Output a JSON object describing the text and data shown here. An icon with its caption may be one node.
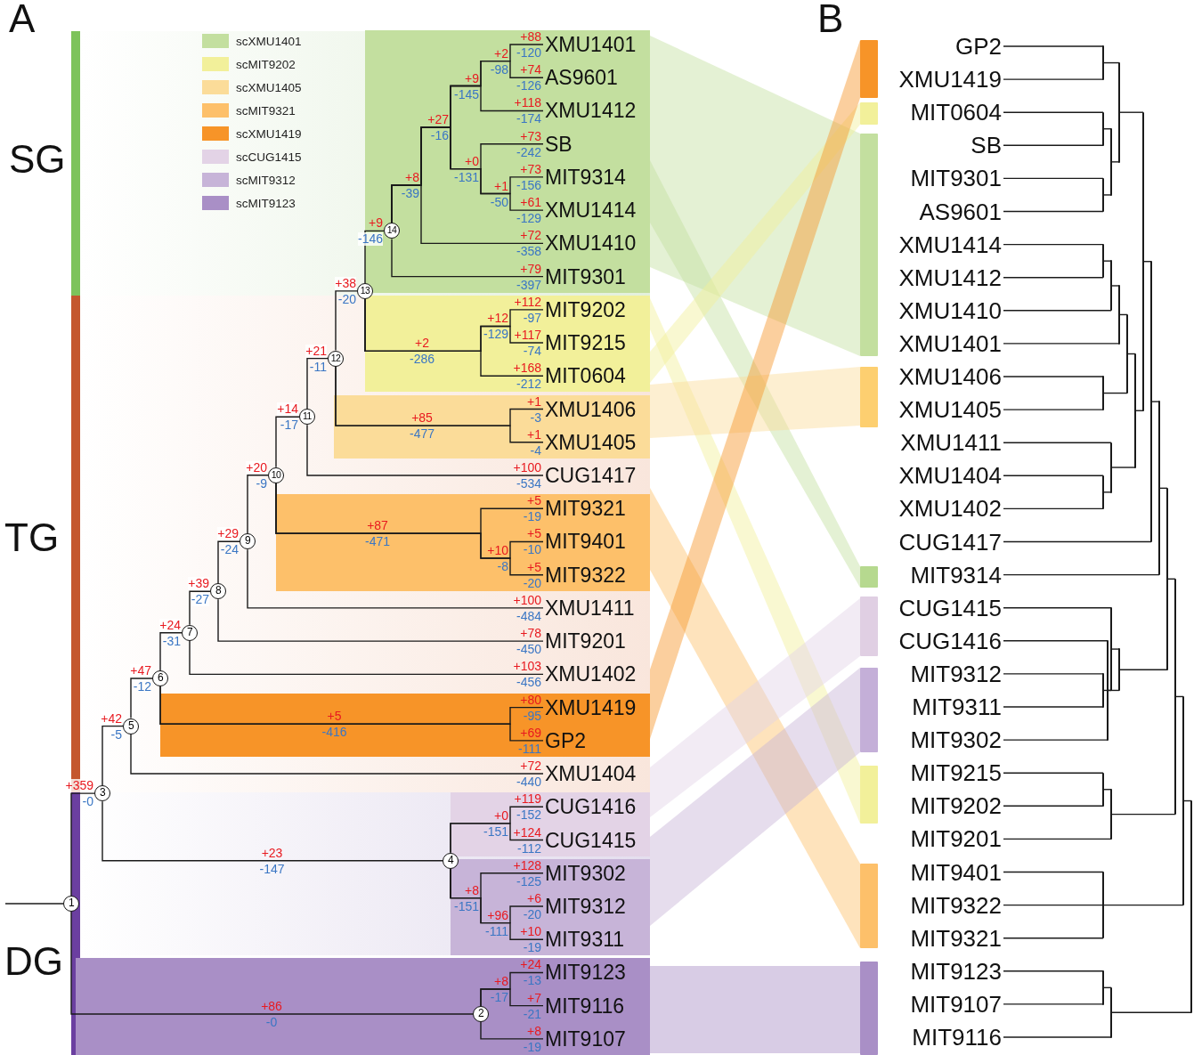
{
  "diagram": {
    "nodes": [
      {
        "text": [],
        "shape": "box"
      },
      {
        "text": [],
        "shape": "box"
      },
      {
        "text": [],
        "shape": "box"
      },
      {
        "text": [],
        "shape": "box"
      },
      {
        "text": [],
        "shape": "box"
      },
      {
        "text": [],
        "shape": "box"
      },
      {
        "text": [],
        "shape": "box"
      },
      {
        "text": [],
        "shape": "box"
      },
      {
        "text": [
          "1"
        ]
      },
      {
        "text": [
          "2"
        ],
        "in": 7,
        "beside": [
          "+86",
          "-0"
        ]
      },
      {
        "text": [
          "3"
        ],
        "beside": [
          "+359",
          "-0"
        ]
      },
      {
        "text": [
          "4"
        ],
        "beside": [
          "+23",
          "-147"
        ]
      },
      {
        "text": [
          "5"
        ],
        "beside": [
          "+42",
          "-5"
        ]
      },
      {
        "text": [
          "6"
        ],
        "beside": [
          "+47",
          "-12"
        ]
      },
      {
        "text": [
          "7"
        ],
        "beside": [
          "+24",
          "-31"
        ]
      },
      {
        "text": [
          "8"
        ],
        "beside": [
          "+39",
          "-27"
        ]
      },
      {
        "text": [
          "9"
        ],
        "beside": [
          "+29",
          "-24"
        ]
      },
      {
        "text": [
          "10"
        ],
        "beside": [
          "+20",
          "-9"
        ]
      },
      {
        "text": [
          "11"
        ],
        "beside": [
          "+14",
          "-17"
        ]
      },
      {
        "text": [
          "12"
        ],
        "beside": [
          "+21",
          "-11"
        ]
      },
      {
        "text": [
          "13"
        ],
        "beside": [
          "+38",
          "-20"
        ]
      },
      {
        "text": [
          "14"
        ],
        "in": 0,
        "beside": [
          "+9",
          "-146"
        ]
      },
      {
        "text": [
          "XMU1401"
        ],
        "in": 0,
        "beside": [
          "+88",
          "-120"
        ]
      },
      {
        "text": [
          "AS9601"
        ],
        "in": 0,
        "beside": [
          "+74",
          "-126"
        ]
      },
      {
        "text": [
          "XMU1412"
        ],
        "in": 0,
        "beside": [
          "+118",
          "-174"
        ]
      },
      {
        "text": [
          "SB"
        ],
        "in": 0,
        "beside": [
          "+73",
          "-242"
        ]
      },
      {
        "text": [
          "MIT9314"
        ],
        "in": 0,
        "beside": [
          "+73",
          "-156"
        ]
      },
      {
        "text": [
          "XMU1414"
        ],
        "in": 0,
        "beside": [
          "+61",
          "-129"
        ]
      },
      {
        "text": [
          "XMU1410"
        ],
        "in": 0,
        "beside": [
          "+72",
          "-358"
        ]
      },
      {
        "text": [
          "MIT9301"
        ],
        "in": 0,
        "beside": [
          "+79",
          "-397"
        ]
      },
      {
        "text": [
          "MIT9202"
        ],
        "in": 1,
        "beside": [
          "+112",
          "-97"
        ]
      },
      {
        "text": [
          "MIT9215"
        ],
        "in": 1,
        "beside": [
          "+117",
          "-74"
        ]
      },
      {
        "text": [
          "MIT0604"
        ],
        "in": 1,
        "beside": [
          "+168",
          "-212"
        ]
      },
      {
        "text": [
          "XMU1406"
        ],
        "in": 2,
        "beside": [
          "+1",
          "-3"
        ]
      },
      {
        "text": [
          "XMU1405"
        ],
        "in": 2,
        "beside": [
          "+1",
          "-4"
        ]
      },
      {
        "text": [
          "CUG1417"
        ],
        "beside": [
          "+100",
          "-534"
        ]
      },
      {
        "text": [
          "MIT9321"
        ],
        "in": 3,
        "beside": [
          "+5",
          "-19"
        ]
      },
      {
        "text": [
          "MIT9401"
        ],
        "in": 3,
        "beside": [
          "+5",
          "-10"
        ]
      },
      {
        "text": [
          "MIT9322"
        ],
        "in": 3,
        "beside": [
          "+5",
          "-20"
        ]
      },
      {
        "text": [
          "XMU1411"
        ],
        "beside": [
          "+100",
          "-484"
        ]
      },
      {
        "text": [
          "MIT9201"
        ],
        "beside": [
          "+78",
          "-450"
        ]
      },
      {
        "text": [
          "XMU1402"
        ],
        "beside": [
          "+103",
          "-456"
        ]
      },
      {
        "text": [
          "XMU1419"
        ],
        "in": 4,
        "beside": [
          "+80",
          "-95"
        ]
      },
      {
        "text": [
          "GP2"
        ],
        "in": 4,
        "beside": [
          "+69",
          "-111"
        ]
      },
      {
        "text": [
          "XMU1404"
        ],
        "beside": [
          "+72",
          "-440"
        ]
      },
      {
        "text": [
          "CUG1416"
        ],
        "in": 5,
        "beside": [
          "+119",
          "-152"
        ]
      },
      {
        "text": [
          "CUG1415"
        ],
        "in": 5,
        "beside": [
          "+124",
          "-112"
        ]
      },
      {
        "text": [
          "MIT9302"
        ],
        "in": 6,
        "beside": [
          "+128",
          "-125"
        ]
      },
      {
        "text": [
          "MIT9312"
        ],
        "in": 6,
        "beside": [
          "+6",
          "-20"
        ]
      },
      {
        "text": [
          "MIT9311"
        ],
        "in": 6,
        "beside": [
          "+10",
          "-19"
        ]
      },
      {
        "text": [
          "MIT9123"
        ],
        "in": 7,
        "beside": [
          "+24",
          "-13"
        ]
      },
      {
        "text": [
          "MIT9116"
        ],
        "in": 7,
        "beside": [
          "+7",
          "-21"
        ]
      },
      {
        "text": [
          "MIT9107"
        ],
        "in": 7,
        "beside": [
          "+8",
          "-19"
        ]
      },
      {
        "text": [],
        "shape": "bar"
      },
      {
        "text": [],
        "shape": "bar"
      },
      {
        "text": [],
        "shape": "bar"
      },
      {
        "text": [],
        "shape": "bar"
      },
      {
        "text": [],
        "shape": "bar"
      },
      {
        "text": [],
        "shape": "bar"
      },
      {
        "text": [],
        "shape": "bar"
      },
      {
        "text": [],
        "shape": "bar"
      },
      {
        "text": [],
        "shape": "bar"
      },
      {
        "text": [],
        "shape": "bar"
      },
      {
        "text": [
          "GP2"
        ]
      },
      {
        "text": [
          "XMU1419"
        ]
      },
      {
        "text": [
          "MIT0604"
        ]
      },
      {
        "text": [
          "SB"
        ]
      },
      {
        "text": [
          "MIT9301"
        ]
      },
      {
        "text": [
          "AS9601"
        ]
      },
      {
        "text": [
          "XMU1414"
        ]
      },
      {
        "text": [
          "XMU1412"
        ]
      },
      {
        "text": [
          "XMU1410"
        ]
      },
      {
        "text": [
          "XMU1401"
        ]
      },
      {
        "text": [
          "XMU1406"
        ]
      },
      {
        "text": [
          "XMU1405"
        ]
      },
      {
        "text": [
          "XMU1411"
        ]
      },
      {
        "text": [
          "XMU1404"
        ]
      },
      {
        "text": [
          "XMU1402"
        ]
      },
      {
        "text": [
          "CUG1417"
        ]
      },
      {
        "text": [
          "MIT9314"
        ]
      },
      {
        "text": [
          "CUG1415"
        ]
      },
      {
        "text": [
          "CUG1416"
        ]
      },
      {
        "text": [
          "MIT9312"
        ]
      },
      {
        "text": [
          "MIT9311"
        ]
      },
      {
        "text": [
          "MIT9302"
        ]
      },
      {
        "text": [
          "MIT9215"
        ]
      },
      {
        "text": [
          "MIT9202"
        ]
      },
      {
        "text": [
          "MIT9201"
        ]
      },
      {
        "text": [
          "MIT9401"
        ]
      },
      {
        "text": [
          "MIT9322"
        ]
      },
      {
        "text": [
          "MIT9321"
        ]
      },
      {
        "text": [
          "MIT9123"
        ]
      },
      {
        "text": [
          "MIT9107"
        ]
      },
      {
        "text": [
          "MIT9116"
        ]
      },
      {
        "text": [],
        "shape": "bar"
      },
      {
        "text": [],
        "shape": "bar"
      },
      {
        "text": [],
        "shape": "bar"
      },
      {
        "text": [],
        "shape": "bar"
      },
      {
        "text": [],
        "shape": "bar"
      },
      {
        "text": [],
        "shape": "bar"
      },
      {
        "text": [],
        "shape": "bar"
      },
      {
        "text": [],
        "shape": "bar"
      },
      {
        "text": [],
        "shape": "bar"
      },
      {
        "text": [],
        "shape": "bar"
      },
      {
        "text": [],
        "shape": "bar"
      },
      {
        "text": [],
        "shape": "bar"
      },
      {
        "text": [],
        "shape": "bar"
      },
      {
        "text": [],
        "shape": "bar"
      },
      {
        "text": [],
        "shape": "bar"
      },
      {
        "text": [],
        "shape": "bar"
      },
      {
        "text": [],
        "shape": "bar"
      },
      {
        "text": [],
        "shape": "bar"
      },
      {
        "text": [],
        "shape": "bar"
      },
      {
        "text": [],
        "shape": "bar"
      },
      {
        "text": [],
        "shape": "bar"
      },
      {
        "text": [],
        "shape": "bar"
      },
      {
        "text": [],
        "shape": "bar"
      },
      {
        "text": [],
        "shape": "bar"
      },
      {
        "text": [],
        "shape": "bar"
      },
      {
        "text": [],
        "shape": "bar"
      },
      {
        "text": [],
        "shape": "bar"
      },
      {
        "text": [],
        "shape": "bar"
      },
      {
        "text": [],
        "shape": "bar"
      }
    ],
    "edges": [
      {
        "from": null,
        "to": 8,
        "arrow": "none"
      },
      {
        "from": 8,
        "to": 10,
        "arrow": "none"
      },
      {
        "from": 8,
        "to": 9,
        "arrow": "none"
      },
      {
        "from": 9,
        "to": 50,
        "arrow": "none"
      },
      {
        "from": 9,
        "to": 51,
        "arrow": "none"
      },
      {
        "from": 9,
        "to": 52,
        "arrow": "none"
      },
      {
        "from": 10,
        "to": 12,
        "arrow": "none"
      },
      {
        "from": 10,
        "to": 11,
        "arrow": "none"
      },
      {
        "from": 11,
        "to": 45,
        "arrow": "none"
      },
      {
        "from": 11,
        "to": 46,
        "arrow": "none"
      },
      {
        "from": 11,
        "to": 47,
        "arrow": "none"
      },
      {
        "from": 11,
        "to": 48,
        "arrow": "none"
      },
      {
        "from": 11,
        "to": 49,
        "arrow": "none"
      },
      {
        "from": 12,
        "to": 13,
        "arrow": "none"
      },
      {
        "from": 12,
        "to": 44,
        "arrow": "none"
      },
      {
        "from": 13,
        "to": 14,
        "arrow": "none"
      },
      {
        "from": 13,
        "to": 42,
        "arrow": "none"
      },
      {
        "from": 13,
        "to": 43,
        "arrow": "none"
      },
      {
        "from": 14,
        "to": 15,
        "arrow": "none"
      },
      {
        "from": 14,
        "to": 41,
        "arrow": "none"
      },
      {
        "from": 15,
        "to": 16,
        "arrow": "none"
      },
      {
        "from": 15,
        "to": 40,
        "arrow": "none"
      },
      {
        "from": 16,
        "to": 17,
        "arrow": "none"
      },
      {
        "from": 16,
        "to": 39,
        "arrow": "none"
      },
      {
        "from": 17,
        "to": 18,
        "arrow": "none"
      },
      {
        "from": 17,
        "to": 36,
        "arrow": "none"
      },
      {
        "from": 17,
        "to": 37,
        "arrow": "none"
      },
      {
        "from": 17,
        "to": 38,
        "arrow": "none"
      },
      {
        "from": 18,
        "to": 19,
        "arrow": "none"
      },
      {
        "from": 18,
        "to": 35,
        "arrow": "none"
      },
      {
        "from": 19,
        "to": 20,
        "arrow": "none"
      },
      {
        "from": 19,
        "to": 33,
        "arrow": "none"
      },
      {
        "from": 19,
        "to": 34,
        "arrow": "none"
      },
      {
        "from": 20,
        "to": 21,
        "arrow": "none"
      },
      {
        "from": 20,
        "to": 30,
        "arrow": "none"
      },
      {
        "from": 20,
        "to": 31,
        "arrow": "none"
      },
      {
        "from": 20,
        "to": 32,
        "arrow": "none"
      },
      {
        "from": 21,
        "to": 22,
        "arrow": "none"
      },
      {
        "from": 21,
        "to": 23,
        "arrow": "none"
      },
      {
        "from": 21,
        "to": 24,
        "arrow": "none"
      },
      {
        "from": 21,
        "to": 25,
        "arrow": "none"
      },
      {
        "from": 21,
        "to": 26,
        "arrow": "none"
      },
      {
        "from": 21,
        "to": 27,
        "arrow": "none"
      },
      {
        "from": 21,
        "to": 28,
        "arrow": "none"
      },
      {
        "from": 21,
        "to": 29,
        "arrow": "none"
      },
      {
        "from": 0,
        "to": 55,
        "arrow": "none",
        "style": "thick",
        "color": "#c3df9f"
      },
      {
        "from": 0,
        "to": 57,
        "arrow": "none",
        "style": "thick",
        "color": "#c3df9f"
      },
      {
        "from": 1,
        "to": 54,
        "arrow": "none",
        "style": "thick",
        "color": "#f2f09a"
      },
      {
        "from": 1,
        "to": 60,
        "arrow": "none",
        "style": "thick",
        "color": "#f2f09a"
      },
      {
        "from": 2,
        "to": 56,
        "arrow": "none",
        "style": "thick",
        "color": "#fbdc99"
      },
      {
        "from": 3,
        "to": 61,
        "arrow": "none",
        "style": "thick",
        "color": "#fdc06a"
      },
      {
        "from": 4,
        "to": 53,
        "arrow": "none",
        "style": "thick",
        "color": "#f79428"
      },
      {
        "from": 5,
        "to": 58,
        "arrow": "none",
        "style": "thick",
        "color": "#e3d3e6"
      },
      {
        "from": 6,
        "to": 59,
        "arrow": "none",
        "style": "thick",
        "color": "#c7b4d8"
      },
      {
        "from": 7,
        "to": 62,
        "arrow": "none",
        "style": "thick",
        "color": "#a98fc6"
      },
      {
        "from": 94,
        "to": 95,
        "arrow": "none"
      },
      {
        "from": 94,
        "to": 121,
        "arrow": "none"
      },
      {
        "from": 95,
        "to": 96,
        "arrow": "none"
      },
      {
        "from": 95,
        "to": 120,
        "arrow": "none"
      },
      {
        "from": 96,
        "to": 97,
        "arrow": "none"
      },
      {
        "from": 96,
        "to": 118,
        "arrow": "none"
      },
      {
        "from": 97,
        "to": 98,
        "arrow": "none"
      },
      {
        "from": 97,
        "to": 114,
        "arrow": "none"
      },
      {
        "from": 98,
        "to": 99,
        "arrow": "none"
      },
      {
        "from": 98,
        "to": 79,
        "arrow": "none"
      },
      {
        "from": 99,
        "to": 100,
        "arrow": "none"
      },
      {
        "from": 99,
        "to": 78,
        "arrow": "none"
      },
      {
        "from": 100,
        "to": 101,
        "arrow": "none"
      },
      {
        "from": 100,
        "to": 106,
        "arrow": "none"
      },
      {
        "from": 101,
        "to": 102,
        "arrow": "none"
      },
      {
        "from": 101,
        "to": 103,
        "arrow": "none"
      },
      {
        "from": 102,
        "to": 63,
        "arrow": "none"
      },
      {
        "from": 102,
        "to": 64,
        "arrow": "none"
      },
      {
        "from": 103,
        "to": 104,
        "arrow": "none"
      },
      {
        "from": 103,
        "to": 105,
        "arrow": "none"
      },
      {
        "from": 104,
        "to": 65,
        "arrow": "none"
      },
      {
        "from": 104,
        "to": 66,
        "arrow": "none"
      },
      {
        "from": 105,
        "to": 67,
        "arrow": "none"
      },
      {
        "from": 105,
        "to": 68,
        "arrow": "none"
      },
      {
        "from": 106,
        "to": 107,
        "arrow": "none"
      },
      {
        "from": 106,
        "to": 112,
        "arrow": "none"
      },
      {
        "from": 107,
        "to": 108,
        "arrow": "none"
      },
      {
        "from": 107,
        "to": 111,
        "arrow": "none"
      },
      {
        "from": 108,
        "to": 109,
        "arrow": "none"
      },
      {
        "from": 108,
        "to": 72,
        "arrow": "none"
      },
      {
        "from": 109,
        "to": 110,
        "arrow": "none"
      },
      {
        "from": 109,
        "to": 71,
        "arrow": "none"
      },
      {
        "from": 110,
        "to": 69,
        "arrow": "none"
      },
      {
        "from": 110,
        "to": 70,
        "arrow": "none"
      },
      {
        "from": 111,
        "to": 73,
        "arrow": "none"
      },
      {
        "from": 111,
        "to": 74,
        "arrow": "none"
      },
      {
        "from": 112,
        "to": 75,
        "arrow": "none"
      },
      {
        "from": 112,
        "to": 113,
        "arrow": "none"
      },
      {
        "from": 113,
        "to": 76,
        "arrow": "none"
      },
      {
        "from": 113,
        "to": 77,
        "arrow": "none"
      },
      {
        "from": 114,
        "to": 115,
        "arrow": "none"
      },
      {
        "from": 114,
        "to": 117,
        "arrow": "none"
      },
      {
        "from": 115,
        "to": 80,
        "arrow": "none"
      },
      {
        "from": 115,
        "to": 116,
        "arrow": "none"
      },
      {
        "from": 116,
        "to": 82,
        "arrow": "none"
      },
      {
        "from": 116,
        "to": 83,
        "arrow": "none"
      },
      {
        "from": 117,
        "to": 81,
        "arrow": "none"
      },
      {
        "from": 117,
        "to": 84,
        "arrow": "none"
      },
      {
        "from": 118,
        "to": 119,
        "arrow": "none"
      },
      {
        "from": 118,
        "to": 87,
        "arrow": "none"
      },
      {
        "from": 119,
        "to": 85,
        "arrow": "none"
      },
      {
        "from": 119,
        "to": 86,
        "arrow": "none"
      },
      {
        "from": 120,
        "to": 88,
        "arrow": "none"
      },
      {
        "from": 120,
        "to": 89,
        "arrow": "none"
      },
      {
        "from": 120,
        "to": 90,
        "arrow": "none"
      },
      {
        "from": 121,
        "to": 122,
        "arrow": "none"
      },
      {
        "from": 121,
        "to": 93,
        "arrow": "none"
      },
      {
        "from": 122,
        "to": 91,
        "arrow": "none"
      },
      {
        "from": 122,
        "to": 92,
        "arrow": "none"
      }
    ],
    "labels": [
      "A",
      "B",
      "SG",
      "TG",
      "DG",
      "+2",
      "-98",
      "+9",
      "-145",
      "+27",
      "-16",
      "+0",
      "-131",
      "+1",
      "-50",
      "+8",
      "-39",
      "+12",
      "-129",
      "+2",
      "-286",
      "+85",
      "-477",
      "+87",
      "-471",
      "+10",
      "-8",
      "+5",
      "-416",
      "+0",
      "-151",
      "+8",
      "-151",
      "+96",
      "-111",
      "+8",
      "-17"
    ],
    "legend": [
      {
        "text": "scXMU1401",
        "color": "#c3df9f"
      },
      {
        "text": "scMIT9202",
        "color": "#f2f09a"
      },
      {
        "text": "scXMU1405",
        "color": "#fbdc99"
      },
      {
        "text": "scMIT9321",
        "color": "#fdc06a"
      },
      {
        "text": "scXMU1419",
        "color": "#f79428"
      },
      {
        "text": "scCUG1415",
        "color": "#e3d3e6"
      },
      {
        "text": "scMIT9312",
        "color": "#c7b4d8"
      },
      {
        "text": "scMIT9123",
        "color": "#a98fc6"
      }
    ]
  }
}
